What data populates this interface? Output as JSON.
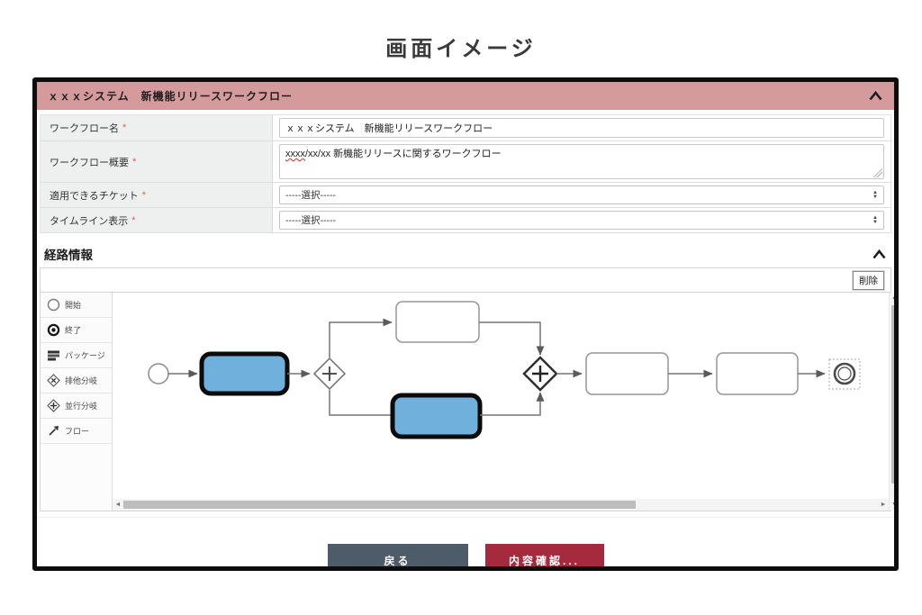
{
  "page": {
    "title": "画面イメージ"
  },
  "panel": {
    "header": {
      "title": "ｘｘｘシステム　新機能リリースワークフロー"
    },
    "form": {
      "required_mark": "*",
      "rows": [
        {
          "label": "ワークフロー名",
          "value": "ｘｘｘシステム　新機能リリースワークフロー"
        },
        {
          "label": "ワークフロー概要",
          "value_flagged": "xxxx",
          "value_rest": "/xx/xx 新機能リリースに関するワークフロー"
        },
        {
          "label": "適用できるチケット",
          "value": "-----選択-----"
        },
        {
          "label": "タイムライン表示",
          "value": "-----選択-----"
        }
      ]
    },
    "route": {
      "title": "経路情報",
      "toolbar": {
        "delete_label": "削除"
      },
      "palette": [
        {
          "label": "開始"
        },
        {
          "label": "終了"
        },
        {
          "label": "パッケージ"
        },
        {
          "label": "排他分岐"
        },
        {
          "label": "並行分岐"
        },
        {
          "label": "フロー"
        }
      ]
    },
    "footer": {
      "back_label": "戻る",
      "confirm_label": "内容確認..."
    }
  },
  "colors": {
    "header_bg": "#d59a9c",
    "selected_node_fill": "#6fb0dc",
    "back_button_bg": "#4d5c68",
    "confirm_button_bg": "#a52a3e",
    "required_mark": "#e05c5c"
  }
}
